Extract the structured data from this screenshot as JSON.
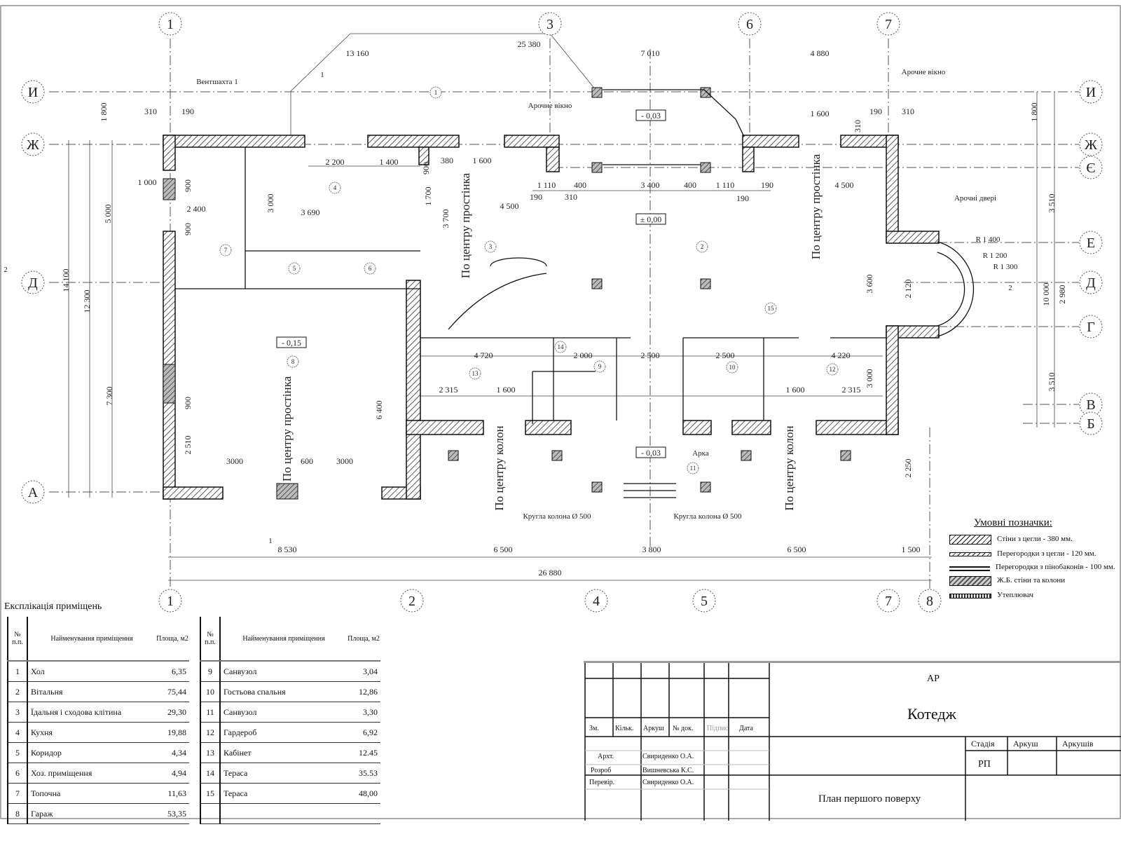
{
  "axes": {
    "top": [
      "1",
      "3",
      "6",
      "7"
    ],
    "bottom": [
      "1",
      "2",
      "4",
      "5",
      "7",
      "8"
    ],
    "left": [
      "И",
      "Ж",
      "Д",
      "А"
    ],
    "right": [
      "И",
      "Ж",
      "Є",
      "Е",
      "Д",
      "Г",
      "В",
      "Б"
    ]
  },
  "dims": [
    "13 160",
    "25 380",
    "7 010",
    "4 880",
    "310",
    "190",
    "1 800",
    "310",
    "190",
    "1 800",
    "2 200",
    "1 400",
    "900",
    "380",
    "1 600",
    "1 600",
    "190",
    "310",
    "4 500",
    "4 500",
    "1 110",
    "400",
    "3 400",
    "400",
    "1 110",
    "190",
    "310",
    "190",
    "3 690",
    "14 100",
    "12 300",
    "7 300",
    "5 000",
    "8 530",
    "6 500",
    "3 800",
    "6 500",
    "1 500",
    "26 880",
    "4 720",
    "2 000",
    "2 500",
    "2 500",
    "4 220",
    "2 315",
    "1 600",
    "1 600",
    "2 315",
    "3000",
    "600",
    "3000",
    "6 400",
    "3 000",
    "2 980",
    "10 000",
    "3 510",
    "3 510",
    "2 120",
    "3 600",
    "1 000",
    "2 400",
    "3 000",
    "900",
    "900",
    "900",
    "2 510",
    "1 700",
    "3 700",
    "2 250"
  ],
  "labels": {
    "vent": "Вентшахта 1",
    "arch_window1": "Арочне вікно",
    "arch_window2": "Арочне вікно",
    "arch_door": "Арочні двері",
    "r1": "R 1 400",
    "r2": "R 1 200",
    "r3": "R 1 300",
    "lvl_top": "- 0,03",
    "lvl_zero": "± 0,00",
    "lvl_garage": "- 0,15",
    "lvl_terr": "- 0,03",
    "pier1": "По центру простінка",
    "pier2": "По центру простінка",
    "pier3": "По центру простінка",
    "col1": "По центру колон",
    "col2": "По центру колон",
    "round_col1": "Кругла колона Ø 500",
    "round_col2": "Кругла колона Ø 500",
    "arch": "Арка",
    "sec1": "1",
    "sec2": "2",
    "sec3": "2",
    "sec4": "1"
  },
  "room_numbers": [
    "1",
    "2",
    "3",
    "4",
    "5",
    "6",
    "7",
    "8",
    "9",
    "10",
    "11",
    "12",
    "13",
    "14",
    "15"
  ],
  "explication": {
    "title": "Експлікація приміщень",
    "col_no": "№ п.п.",
    "col_name": "Найменування приміщення",
    "col_area": "Площа, м2",
    "rows": [
      {
        "no": "1",
        "name": "Хол",
        "area": "6,35"
      },
      {
        "no": "2",
        "name": "Вітальня",
        "area": "75,44"
      },
      {
        "no": "3",
        "name": "Їдальня і сходова клітина",
        "area": "29,30"
      },
      {
        "no": "4",
        "name": "Кухня",
        "area": "19,88"
      },
      {
        "no": "5",
        "name": "Коридор",
        "area": "4,34"
      },
      {
        "no": "6",
        "name": "Хоз. приміщення",
        "area": "4,94"
      },
      {
        "no": "7",
        "name": "Топочна",
        "area": "11,63"
      },
      {
        "no": "8",
        "name": "Гараж",
        "area": "53,35"
      },
      {
        "no": "9",
        "name": "Санвузол",
        "area": "3,04"
      },
      {
        "no": "10",
        "name": "Гостьова спальня",
        "area": "12,86"
      },
      {
        "no": "11",
        "name": "Санвузол",
        "area": "3,30"
      },
      {
        "no": "12",
        "name": "Гардероб",
        "area": "6,92"
      },
      {
        "no": "13",
        "name": "Кабінет",
        "area": "12.45"
      },
      {
        "no": "14",
        "name": "Тераса",
        "area": "35.53"
      },
      {
        "no": "15",
        "name": "Тераса",
        "area": "48,00"
      }
    ]
  },
  "legend": {
    "title": "Умовні позначки:",
    "items": [
      "Стіни з цегли - 380 мм.",
      "Перегородки з цегли - 120 мм.",
      "Перегородки з пінобаконів - 100 мм.",
      "Ж.Б. стіни та колони",
      "Утеплювач"
    ]
  },
  "titleblock": {
    "code": "АР",
    "project": "Котедж",
    "sheet_title": "План першого поверху",
    "cols": [
      "Зм.",
      "Кільк.",
      "Аркуш",
      "№ док.",
      "Підпис",
      "Дата"
    ],
    "roles": [
      "Архт.",
      "Розроб",
      "Перевір."
    ],
    "names": [
      "Свириденко О.А.",
      "Вишневська К.С.",
      "Свириденко О.А."
    ],
    "stage_hdr": "Стадія",
    "sheet_hdr": "Аркуш",
    "sheets_hdr": "Аркушів",
    "stage": "РП"
  }
}
